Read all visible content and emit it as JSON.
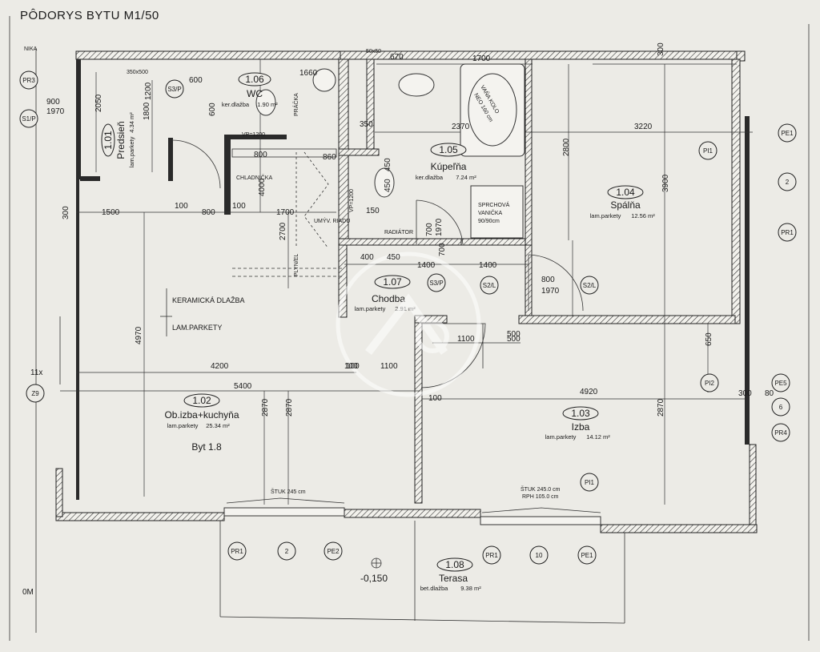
{
  "title": "PÔDORYS BYTU M1/50",
  "apartment_label": "Byt 1.8",
  "level_mark": "-0,150",
  "corner_label": "0M",
  "rooms": [
    {
      "id": "r101",
      "number": "1.01",
      "name": "Predsieň",
      "floor": "lam.parkety",
      "area": "4.34 m²"
    },
    {
      "id": "r102",
      "number": "1.02",
      "name": "Ob.izba+kuchyňa",
      "floor": "lam.parkety",
      "area": "25.34 m²"
    },
    {
      "id": "r103",
      "number": "1.03",
      "name": "Izba",
      "floor": "lam.parkety",
      "area": "14.12 m²"
    },
    {
      "id": "r104",
      "number": "1.04",
      "name": "Spálňa",
      "floor": "lam.parkety",
      "area": "12.56 m²"
    },
    {
      "id": "r105",
      "number": "1.05",
      "name": "Kúpeľňa",
      "floor": "ker.dlažba",
      "area": "7.24 m²"
    },
    {
      "id": "r106",
      "number": "1.06",
      "name": "WC",
      "floor": "ker.dlažba",
      "area": "1.90 m²"
    },
    {
      "id": "r107",
      "number": "1.07",
      "name": "Chodba",
      "floor": "lam.parkety",
      "area": "2.91 m²"
    },
    {
      "id": "r108",
      "number": "1.08",
      "name": "Terasa",
      "floor": "bet.dlažba",
      "area": "9.38 m²"
    }
  ],
  "fixtures": {
    "bathtub": [
      "VAŇA KOLO",
      "NEO 160 cm"
    ],
    "shower": [
      "SPRCHOVÁ",
      "VANIČKA",
      "90/90cm"
    ],
    "fridge": "CHLADNIČKA",
    "sink": "UMÝV. RIADU",
    "gas": "PLYN/EL",
    "washer": "PRÁČKA",
    "radiator": "RADIÁTOR",
    "vp1": "VP=1200",
    "vp2": "VP=1200",
    "floor_note_1": "KERAMICKÁ DLAŽBA",
    "floor_note_2": "LAM.PARKETY",
    "niche": "NIKA",
    "niche_dim": "350x500",
    "niche_dim2": "50x50",
    "stulk1": "ŠTUK 245 cm",
    "stulk2": "ŠTUK 245.0 cm",
    "rph": "RPH 105.0 cm"
  },
  "window_tags": [
    "PE1",
    "2",
    "PR1",
    "PE5",
    "6",
    "PR4",
    "PI1",
    "PI2",
    "PR1",
    "2",
    "PE2",
    "PR1",
    "10",
    "PE1",
    "PI1",
    "Z9",
    "PR3",
    "S1/P",
    "S3/P",
    "S3/P",
    "S2/L",
    "S2/L"
  ],
  "dimensions": [
    "1700",
    "670",
    "300",
    "1660",
    "2370",
    "3220",
    "2800",
    "3900",
    "1500",
    "800",
    "1700",
    "100",
    "100",
    "100",
    "4200",
    "100",
    "1100",
    "5400",
    "4920",
    "2870",
    "2870",
    "2870",
    "4970",
    "2050",
    "1800",
    "1200",
    "1100",
    "500",
    "400",
    "450",
    "1400",
    "1400",
    "800",
    "1970",
    "1970",
    "900",
    "1970",
    "700",
    "600",
    "600",
    "4000",
    "2700",
    "350",
    "860",
    "800",
    "450",
    "450",
    "150",
    "650",
    "300",
    "80",
    "300",
    "11x",
    "500",
    "700",
    "100"
  ]
}
